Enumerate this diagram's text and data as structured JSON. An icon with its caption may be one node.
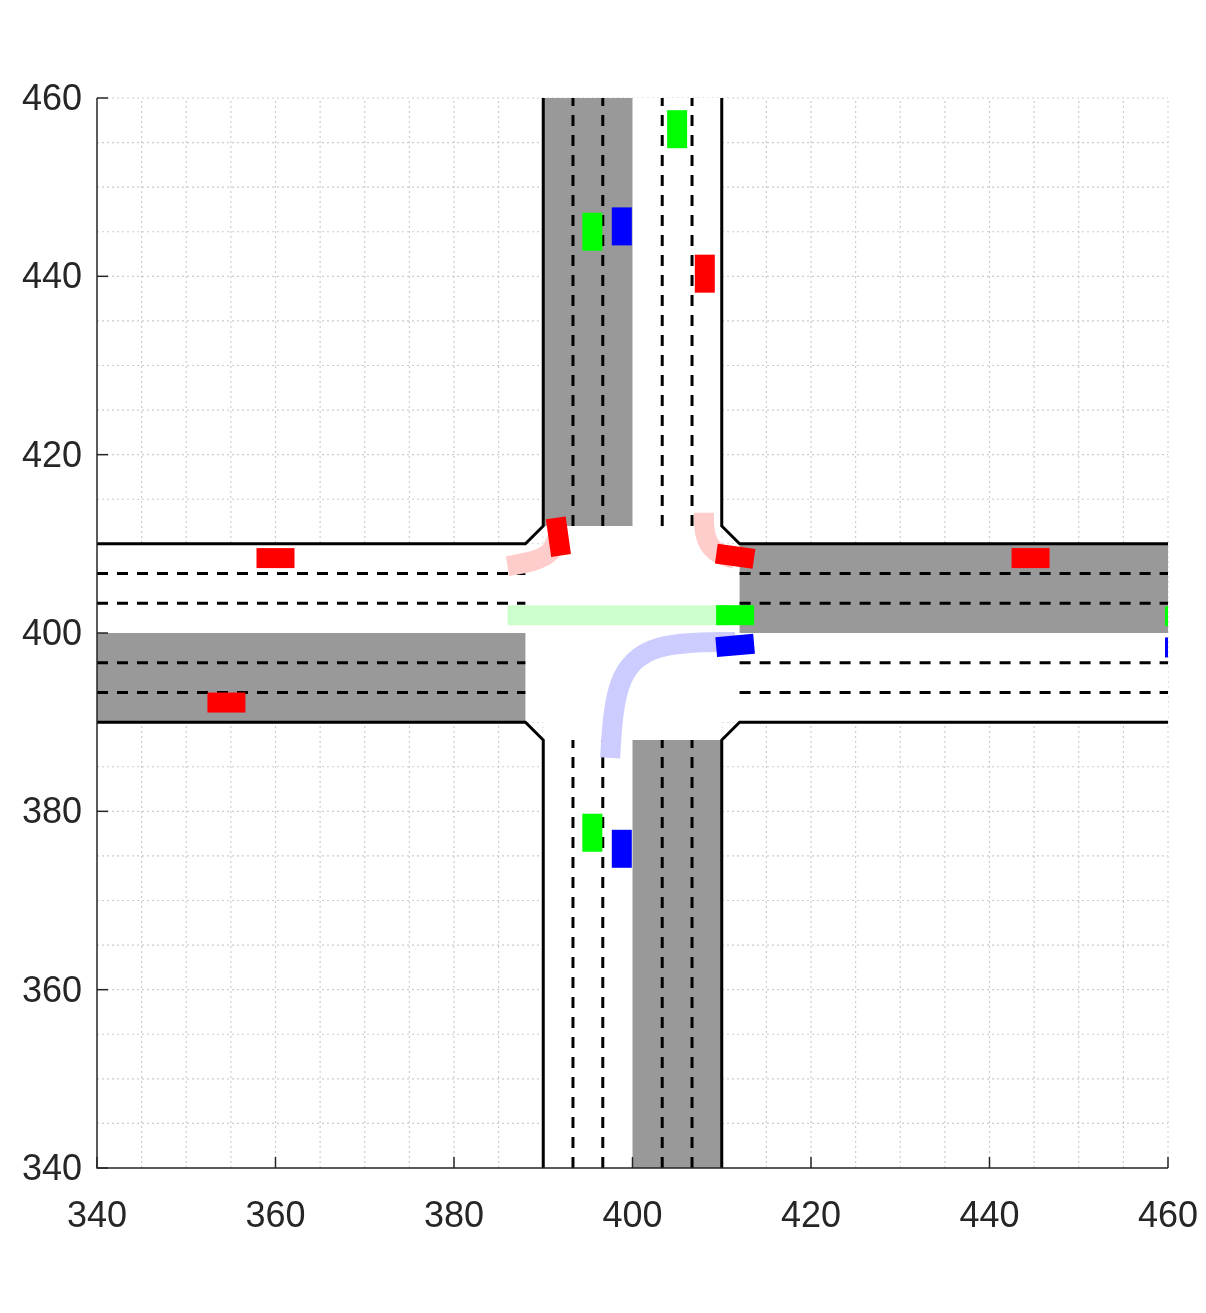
{
  "diagram": {
    "labels": [
      "460",
      "440",
      "420",
      "400",
      "380",
      "360",
      "340",
      "340",
      "360",
      "380",
      "400",
      "420",
      "440",
      "460"
    ]
  }
}
